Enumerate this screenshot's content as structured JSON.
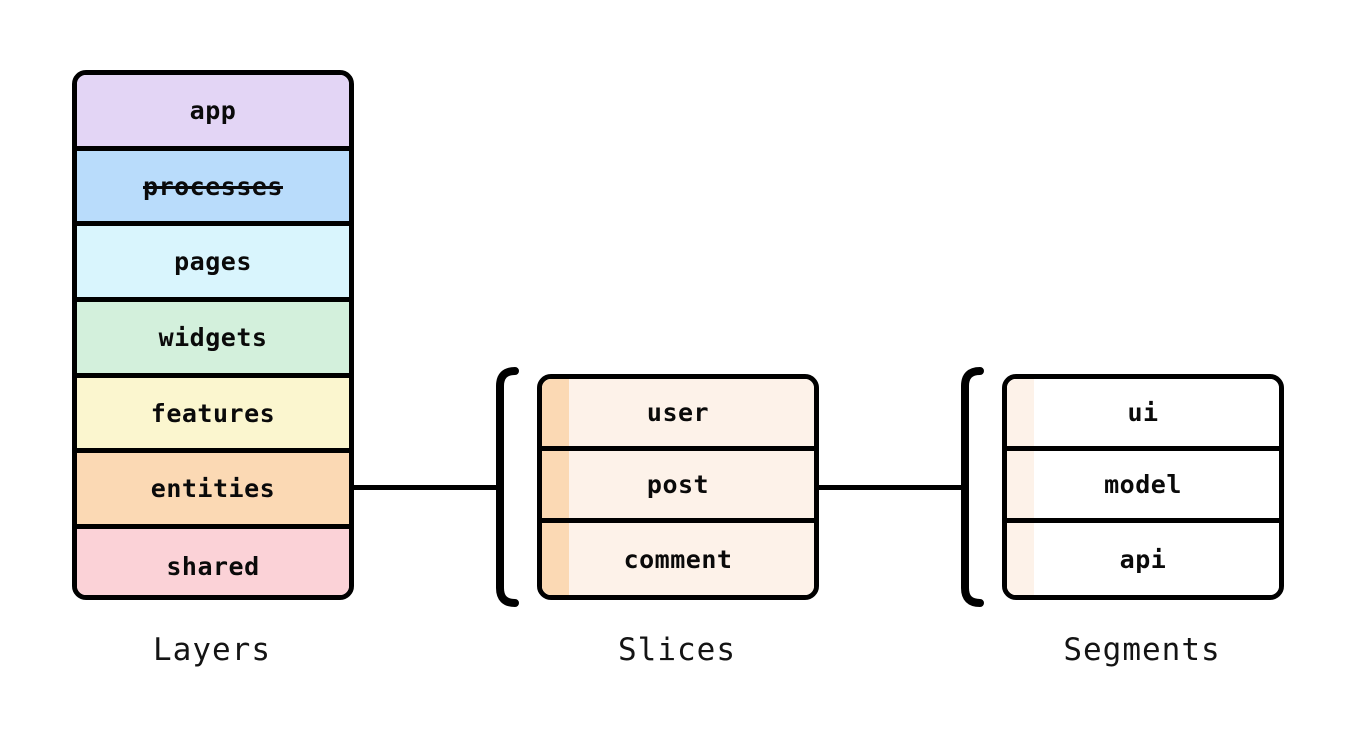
{
  "diagram": {
    "title_hidden": "Feature-Sliced Design structure",
    "background": "#ffffff",
    "line_color": "#000000",
    "text_color": "#0a0a0a"
  },
  "layers": {
    "caption": "Layers",
    "rows": [
      {
        "label": "app",
        "color": "#e3d5f5",
        "strikethrough": false
      },
      {
        "label": "processes",
        "color": "#b9dcfb",
        "strikethrough": true
      },
      {
        "label": "pages",
        "color": "#d9f5fd",
        "strikethrough": false
      },
      {
        "label": "widgets",
        "color": "#d3f0dc",
        "strikethrough": false
      },
      {
        "label": "features",
        "color": "#fbf6cf",
        "strikethrough": false
      },
      {
        "label": "entities",
        "color": "#fbd9b4",
        "strikethrough": false
      },
      {
        "label": "shared",
        "color": "#fbd2d7",
        "strikethrough": false
      }
    ]
  },
  "slices": {
    "caption": "Slices",
    "body_color": "#fdf2e9",
    "stripe_color": "#fbd9b4",
    "rows": [
      {
        "label": "user"
      },
      {
        "label": "post"
      },
      {
        "label": "comment"
      }
    ]
  },
  "segments": {
    "caption": "Segments",
    "body_color": "#ffffff",
    "stripe_color": "#fdf2e9",
    "rows": [
      {
        "label": "ui"
      },
      {
        "label": "model"
      },
      {
        "label": "api"
      }
    ]
  },
  "connectors": [
    {
      "name": "layers-to-slices",
      "from": "entities",
      "to": "slices-bracket"
    },
    {
      "name": "slices-to-segments",
      "from": "post",
      "to": "segments-bracket"
    }
  ],
  "brackets": [
    {
      "name": "slices-bracket",
      "orientation": "left"
    },
    {
      "name": "segments-bracket",
      "orientation": "left"
    }
  ]
}
